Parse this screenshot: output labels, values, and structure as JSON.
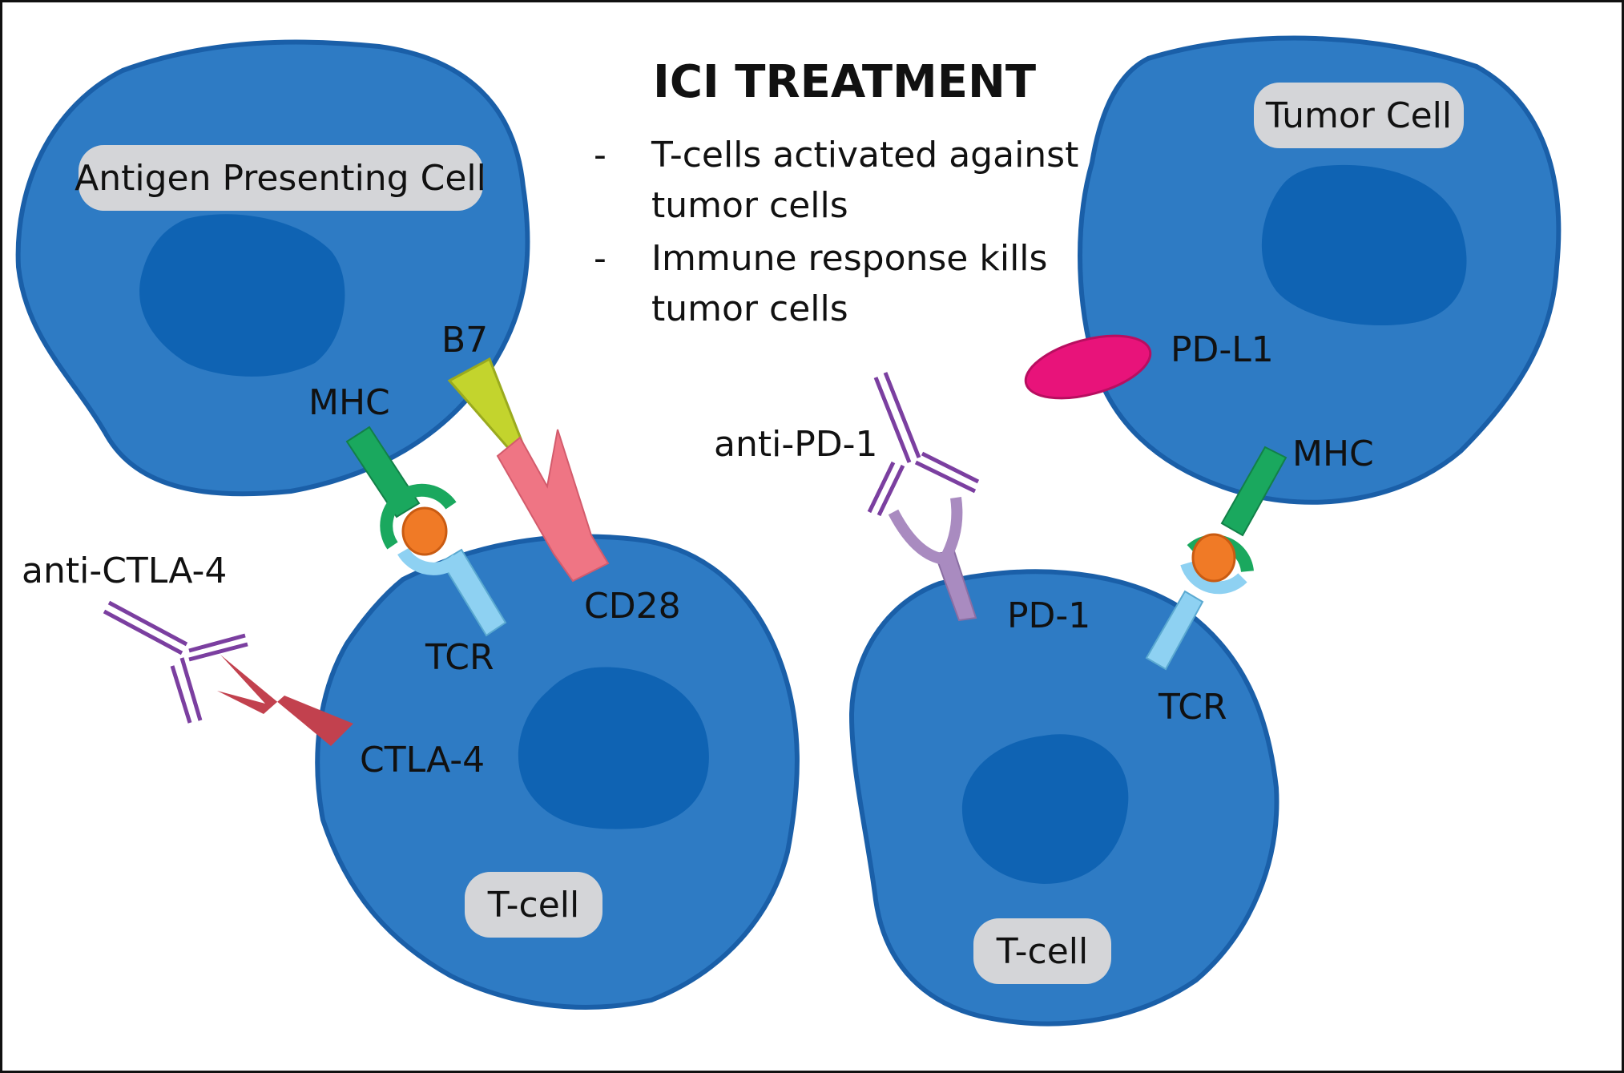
{
  "title": "ICI TREATMENT",
  "bullets": [
    {
      "dash": "-",
      "lines": [
        "T-cells activated against",
        "tumor cells"
      ]
    },
    {
      "dash": "-",
      "lines": [
        "Immune response kills",
        "tumor cells"
      ]
    }
  ],
  "cells": {
    "apc": "Antigen Presenting Cell",
    "tumor": "Tumor Cell",
    "tcell_left": "T-cell",
    "tcell_right": "T-cell"
  },
  "molecules": {
    "mhc_left": "MHC",
    "b7": "B7",
    "tcr_left": "TCR",
    "cd28": "CD28",
    "ctla4": "CTLA-4",
    "anti_ctla4": "anti-CTLA-4",
    "anti_pd1": "anti-PD-1",
    "pdl1": "PD-L1",
    "pd1": "PD-1",
    "mhc_right": "MHC",
    "tcr_right": "TCR"
  },
  "colors": {
    "cell_fill": "#2e7bc4",
    "cell_stroke": "#1a5fa8",
    "nucleus": "#0f63b3",
    "label_box": "#d4d5d8",
    "mhc": "#1aa85e",
    "antigen": "#f07a26",
    "tcr": "#8ed1f2",
    "b7": "#c3d42d",
    "cd28": "#ef7584",
    "ctla4": "#c2414e",
    "antibody": "#7b3fa0",
    "pdl1": "#e8137a",
    "pd1": "#a98bc0"
  }
}
